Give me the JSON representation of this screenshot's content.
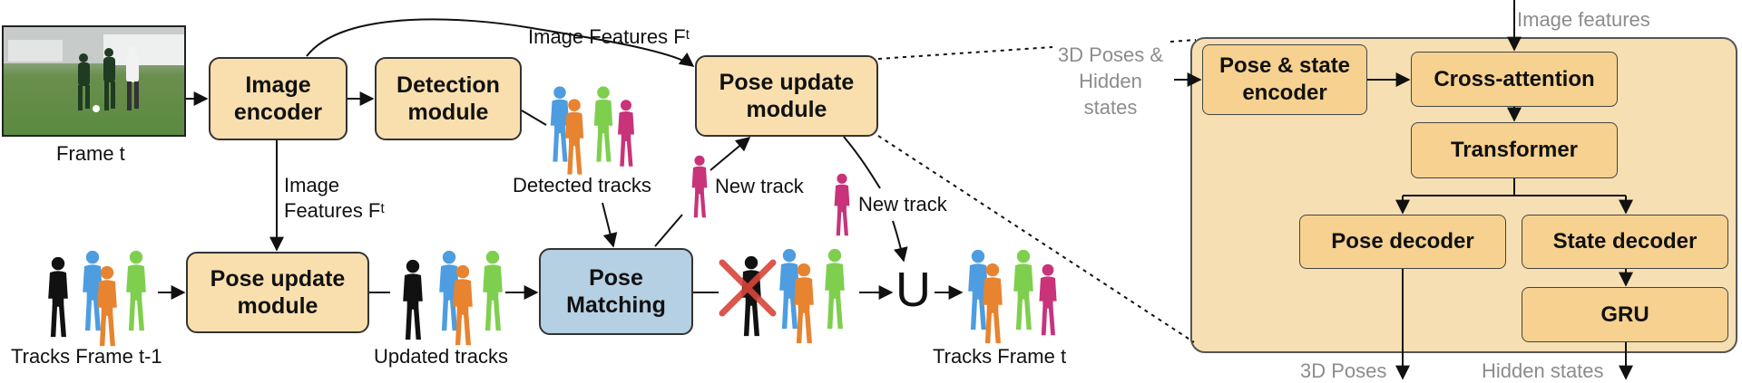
{
  "photo": {
    "caption": "Frame t"
  },
  "modules": {
    "image_encoder": "Image encoder",
    "detection_module": "Detection module",
    "pose_update_top": "Pose update module",
    "pose_update_bottom": "Pose update module",
    "pose_matching": "Pose Matching"
  },
  "labels": {
    "image_features_top": "Image Features Fᵗ",
    "image_features_left": "Image Features Fᵗ",
    "detected_tracks": "Detected tracks",
    "new_track_1": "New track",
    "new_track_2": "New track",
    "tracks_prev": "Tracks Frame t-1",
    "updated_tracks": "Updated tracks",
    "tracks_current": "Tracks Frame t",
    "union_symbol": "U"
  },
  "detail": {
    "image_features": "Image features",
    "input_label": "3D Poses & Hidden states",
    "pose_state_encoder": "Pose & state encoder",
    "cross_attention": "Cross-attention",
    "transformer": "Transformer",
    "pose_decoder": "Pose decoder",
    "state_decoder": "State decoder",
    "gru": "GRU",
    "out_poses": "3D Poses",
    "out_hidden": "Hidden states"
  },
  "colors": {
    "module_fill": "#f9dfae",
    "matching_fill": "#b5cfe3",
    "panel_fill": "#f6dfb3",
    "submodule_fill": "#f6d18f",
    "person_black": "#111111",
    "person_blue": "#4d9de0",
    "person_orange": "#e8832f",
    "person_green": "#7fcf4f",
    "person_magenta": "#c8337a",
    "cross_red": "#d9443a",
    "muted_text": "#8c8c8c"
  }
}
